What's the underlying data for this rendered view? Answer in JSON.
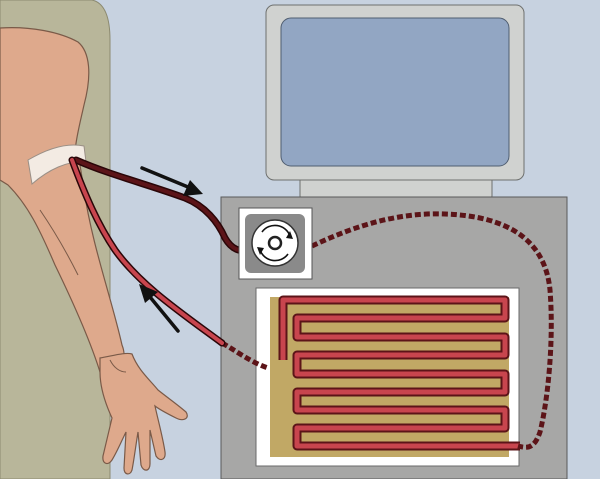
{
  "title": "",
  "colors": {
    "background": "#c7d2e0",
    "chair": "#b8b69a",
    "skin": "#dea98c",
    "skin_outline": "#7a5a48",
    "tourniquet": "#f3ebe3",
    "monitor_frame": "#d0d2d0",
    "monitor_screen": "#92a6c3",
    "machine_body": "#a7a7a6",
    "filter_panel": "#ffffff",
    "filter_plate": "#c1a865",
    "blood_dark": "#5c1418",
    "blood_light": "#c8454e",
    "tube_outline": "#2a0608",
    "arrow": "#111111"
  },
  "components": {
    "arm": "arm",
    "tourniquet": "tourniquet",
    "monitor": "monitor",
    "pump": "rotary-pump",
    "dialyzer": "serpentine-filter",
    "outflow_tube": "arterial-line",
    "return_tube": "venous-line"
  },
  "flow": [
    {
      "from": "arm",
      "to": "pump",
      "direction": "outflow"
    },
    {
      "from": "pump",
      "to": "serpentine-filter",
      "direction": "circulation"
    },
    {
      "from": "serpentine-filter",
      "to": "arm",
      "direction": "return"
    }
  ]
}
